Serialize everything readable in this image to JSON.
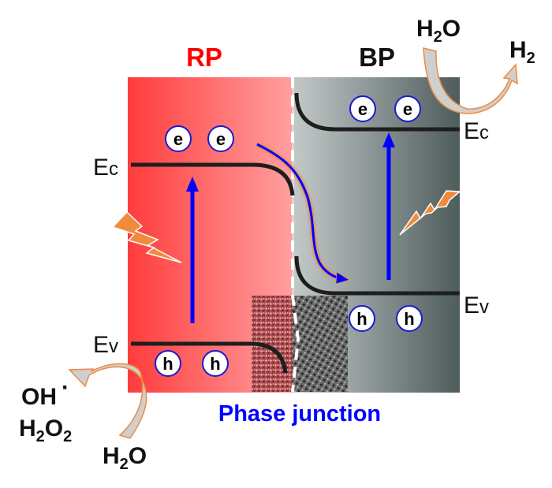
{
  "title": "RP/BP phase junction band diagram",
  "phases": {
    "left": {
      "label": "RP",
      "color": "#ff0000"
    },
    "right": {
      "label": "BP",
      "color": "#111111"
    }
  },
  "band_labels": {
    "left_ec": {
      "main": "E",
      "sub": "c"
    },
    "left_ev": {
      "main": "E",
      "sub": "v"
    },
    "right_ec": {
      "main": "E",
      "sub": "c"
    },
    "right_ev": {
      "main": "E",
      "sub": "v"
    }
  },
  "carriers": {
    "electron_symbol": "e",
    "hole_symbol": "h",
    "left_electrons": 2,
    "right_electrons": 2,
    "left_holes": 2,
    "right_holes": 2
  },
  "reactions": {
    "reduction": {
      "reactant": {
        "main": "H",
        "sub": "2",
        "tail": "O"
      },
      "product": {
        "main": "H",
        "sub": "2",
        "tail": ""
      }
    },
    "oxidation": {
      "reactant": {
        "main": "H",
        "sub": "2",
        "tail": "O"
      },
      "product_1": {
        "text": "OH",
        "radical": "·"
      },
      "product_2": {
        "main": "H",
        "sub": "2",
        "mid": "O",
        "sub2": "2"
      }
    }
  },
  "junction_label": "Phase junction",
  "colors": {
    "rp_gradient_start": "#ff3c3c",
    "rp_gradient_end": "#ffa0a0",
    "bp_gradient_start": "#c3c9c9",
    "bp_gradient_end": "#4e5c5c",
    "band_line": "#1e1e1e",
    "excitation_arrow": "#0000ff",
    "transfer_path": "#0000ff",
    "transfer_glow": "#f08a3c",
    "light_bolt": "#f08a3c",
    "reaction_arrow_outline": "#f08a3c",
    "reaction_arrow_fill": "#cfcfcf",
    "junction_label": "#0000ff",
    "carrier_ring": "#1a1acc"
  }
}
